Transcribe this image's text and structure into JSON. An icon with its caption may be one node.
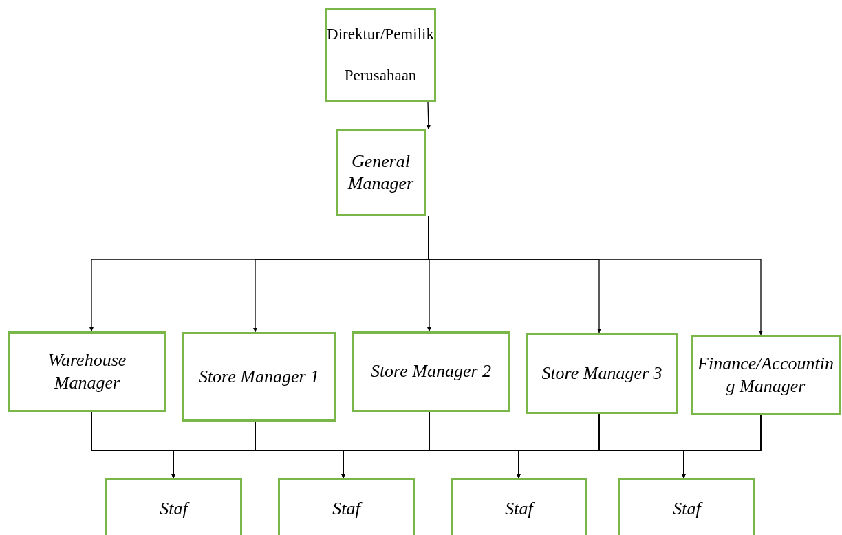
{
  "diagram": {
    "nodes": [
      {
        "text": [
          "Direktur/Pemilik Perusahaan"
        ]
      },
      {
        "text": [
          "General Manager"
        ]
      },
      {
        "text": [
          "Warehouse Manager"
        ]
      },
      {
        "text": [
          "Store Manager 1"
        ]
      },
      {
        "text": [
          "Store Manager 2"
        ]
      },
      {
        "text": [
          "Store Manager 3"
        ]
      },
      {
        "text": [
          "Finance/Accounting Manager"
        ]
      },
      {
        "text": [
          "Staf"
        ]
      },
      {
        "text": [
          "Staf"
        ]
      },
      {
        "text": [
          "Staf"
        ]
      },
      {
        "text": [
          "Staf"
        ]
      }
    ],
    "edges": [
      {
        "from": 0,
        "to": 1,
        "arrow": "to"
      },
      {
        "from": 1,
        "to": 2,
        "arrow": "to"
      },
      {
        "from": 1,
        "to": 3,
        "arrow": "to"
      },
      {
        "from": 1,
        "to": 4,
        "arrow": "to"
      },
      {
        "from": 1,
        "to": 5,
        "arrow": "to"
      },
      {
        "from": 1,
        "to": 6,
        "arrow": "to"
      },
      {
        "from": 2,
        "to": 7,
        "arrow": "to"
      },
      {
        "from": 2,
        "to": 8,
        "arrow": "to"
      },
      {
        "from": 2,
        "to": 9,
        "arrow": "to"
      },
      {
        "from": 2,
        "to": 10,
        "arrow": "to"
      },
      {
        "from": 3,
        "to": 7,
        "arrow": "to"
      },
      {
        "from": 3,
        "to": 8,
        "arrow": "to"
      },
      {
        "from": 3,
        "to": 9,
        "arrow": "to"
      },
      {
        "from": 3,
        "to": 10,
        "arrow": "to"
      },
      {
        "from": 4,
        "to": 7,
        "arrow": "to"
      },
      {
        "from": 4,
        "to": 8,
        "arrow": "to"
      },
      {
        "from": 4,
        "to": 9,
        "arrow": "to"
      },
      {
        "from": 4,
        "to": 10,
        "arrow": "to"
      },
      {
        "from": 5,
        "to": 7,
        "arrow": "to"
      },
      {
        "from": 5,
        "to": 8,
        "arrow": "to"
      },
      {
        "from": 5,
        "to": 9,
        "arrow": "to"
      },
      {
        "from": 5,
        "to": 10,
        "arrow": "to"
      },
      {
        "from": 6,
        "to": 7,
        "arrow": "to"
      },
      {
        "from": 6,
        "to": 8,
        "arrow": "to"
      },
      {
        "from": 6,
        "to": 9,
        "arrow": "to"
      },
      {
        "from": 6,
        "to": 10,
        "arrow": "to"
      }
    ]
  }
}
